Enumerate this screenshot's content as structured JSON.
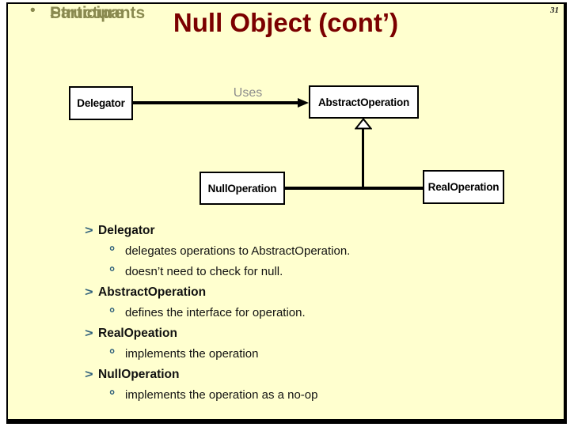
{
  "page_number": "31",
  "title": "Null Object (cont’)",
  "headings": {
    "bullet_glyph": "•",
    "structure": "Structure",
    "participants": "Participants"
  },
  "markers": {
    "level1": ">",
    "level2": "°"
  },
  "diagram": {
    "delegator": "Delegator",
    "abstract_operation": "AbstractOperation",
    "null_operation": "NullOperation",
    "real_operation": "RealOperation",
    "uses_label": "Uses",
    "relations": [
      "Delegator uses AbstractOperation",
      "NullOperation inherits AbstractOperation",
      "RealOperation inherits AbstractOperation"
    ]
  },
  "participants": [
    {
      "name": "Delegator",
      "points": [
        "delegates operations to AbstractOperation.",
        "doesn’t need to check for null."
      ]
    },
    {
      "name": "AbstractOperation",
      "points": [
        "defines the interface for operation."
      ]
    },
    {
      "name": "RealOpeation",
      "points": [
        "implements the operation"
      ]
    },
    {
      "name": "NullOperation",
      "points": [
        "implements the operation as a no-op"
      ]
    }
  ],
  "colors": {
    "page_background": "#FFFFFF",
    "slide_background": "#FFFFCF",
    "border": "#000000",
    "title": "#7B0000",
    "heading": "#8A8A50",
    "marker": "#2E5F7A",
    "body_text": "#111111",
    "uses_label": "#8C8C8C",
    "box_fill": "#FFFFFF"
  }
}
